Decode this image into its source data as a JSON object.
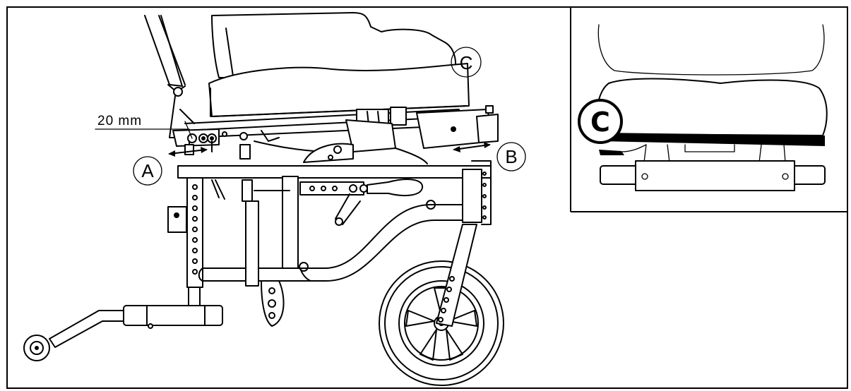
{
  "main_figure": {
    "measurement_label": "20 mm",
    "callout_a": "A",
    "callout_b": "B",
    "callout_c": "C"
  },
  "inset": {
    "callout_c": "C"
  }
}
